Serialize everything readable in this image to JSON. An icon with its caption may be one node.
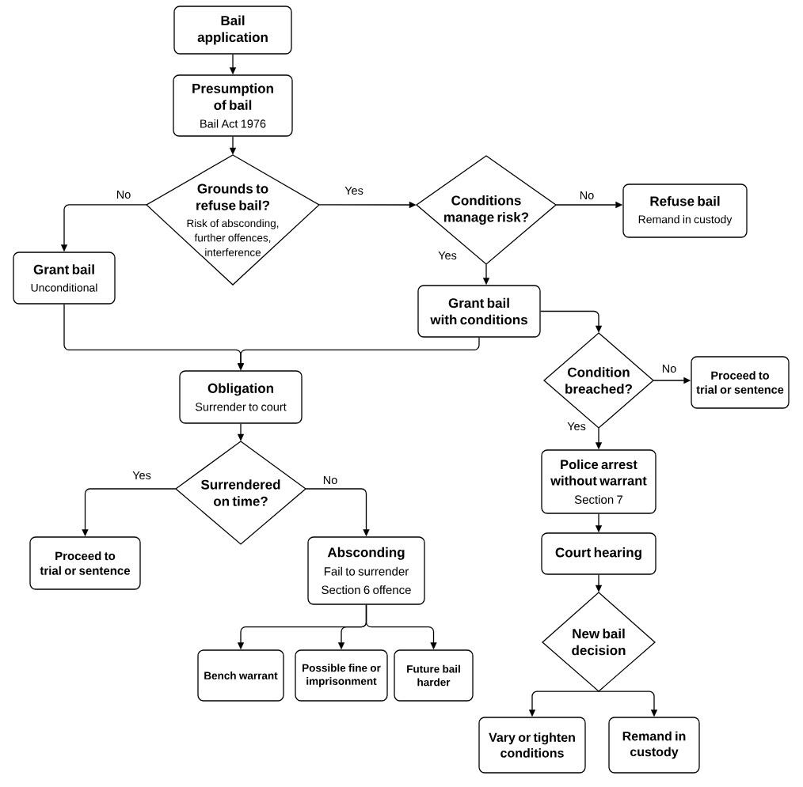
{
  "diagram": {
    "nodes": [
      {
        "text": [
          "Bail application"
        ]
      },
      {
        "text": [
          "Presumption of bail",
          "Bail Act 1976"
        ]
      },
      {
        "text": [
          "Grounds to refuse bail?",
          "Risk of absconding, further offences, interference"
        ]
      },
      {
        "text": [
          "Conditions manage risk?"
        ]
      },
      {
        "text": [
          "Refuse bail",
          "Remand in custody"
        ]
      },
      {
        "text": [
          "Grant bail",
          "Unconditional"
        ]
      },
      {
        "text": [
          "Grant bail with conditions"
        ]
      },
      {
        "text": [
          "Obligation",
          "Surrender to court"
        ]
      },
      {
        "text": [
          "Condition breached?"
        ]
      },
      {
        "text": [
          "Proceed to trial or sentence"
        ]
      },
      {
        "text": [
          "Surrendered on time?"
        ]
      },
      {
        "text": [
          "Police arrest without warrant",
          "Section 7"
        ]
      },
      {
        "text": [
          "Proceed to trial or sentence"
        ]
      },
      {
        "text": [
          "Absconding",
          "Fail to surrender",
          "Section 6 offence"
        ]
      },
      {
        "text": [
          "Court hearing"
        ]
      },
      {
        "text": [
          "New bail decision"
        ]
      },
      {
        "text": [
          "Bench warrant"
        ]
      },
      {
        "text": [
          "Possible fine or imprisonment"
        ]
      },
      {
        "text": [
          "Future bail harder"
        ]
      },
      {
        "text": [
          "Vary or tighten conditions"
        ]
      },
      {
        "text": [
          "Remand in custody"
        ]
      }
    ],
    "edges": [
      {
        "from": 0,
        "to": 1,
        "arrow": "to"
      },
      {
        "from": 1,
        "to": 2,
        "arrow": "to"
      },
      {
        "from": 2,
        "to": 5,
        "arrow": "to",
        "label": "No"
      },
      {
        "from": 2,
        "to": 3,
        "arrow": "to",
        "label": "Yes"
      },
      {
        "from": 3,
        "to": 4,
        "arrow": "to",
        "label": "No"
      },
      {
        "from": 3,
        "to": 6,
        "arrow": "to",
        "label": "Yes"
      },
      {
        "from": 5,
        "to": 7,
        "arrow": "to"
      },
      {
        "from": 6,
        "to": 7,
        "arrow": "to"
      },
      {
        "from": 6,
        "to": 8,
        "arrow": "to"
      },
      {
        "from": 8,
        "to": 9,
        "arrow": "to",
        "label": "No"
      },
      {
        "from": 8,
        "to": 11,
        "arrow": "to",
        "label": "Yes"
      },
      {
        "from": 7,
        "to": 10,
        "arrow": "to"
      },
      {
        "from": 10,
        "to": 12,
        "arrow": "to",
        "label": "Yes"
      },
      {
        "from": 10,
        "to": 13,
        "arrow": "to",
        "label": "No"
      },
      {
        "from": 13,
        "to": 16,
        "arrow": "to"
      },
      {
        "from": 13,
        "to": 17,
        "arrow": "to"
      },
      {
        "from": 13,
        "to": 18,
        "arrow": "to"
      },
      {
        "from": 11,
        "to": 14,
        "arrow": "to"
      },
      {
        "from": 14,
        "to": 15,
        "arrow": "to"
      },
      {
        "from": 15,
        "to": 19,
        "arrow": "to"
      },
      {
        "from": 15,
        "to": 20,
        "arrow": "to"
      }
    ]
  }
}
